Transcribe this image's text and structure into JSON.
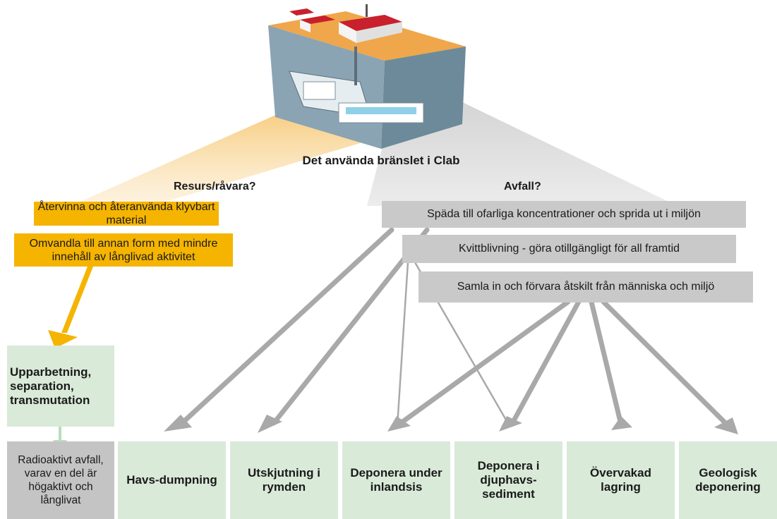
{
  "title": "Det använda bränslet i Clab",
  "branches": {
    "resource": "Resurs/råvara?",
    "waste": "Avfall?"
  },
  "resource_options": [
    "Återvinna och återanvända klyvbart material",
    "Omvandla till annan form med mindre innehåll av långlivad aktivitet"
  ],
  "waste_options": [
    "Späda till ofarliga koncentrationer och sprida ut i miljön",
    "Kvittblivning - göra otillgängligt för all framtid",
    "Samla in och förvara åtskilt från människa och miljö"
  ],
  "processing": "Upparbetning, separation, transmutation",
  "residue": "Radioaktivt avfall, varav en del är högaktivt och långlivat",
  "outcomes": [
    "Havs-dumpning",
    "Utskjutning i rymden",
    "Deponera under inlandsis",
    "Deponera i djuphavs-sediment",
    "Övervakad lagring",
    "Geologisk deponering"
  ],
  "colors": {
    "orange": "#f5b400",
    "gray_box": "#c9c9c9",
    "green_tile": "#d9ead8",
    "arrow_gray": "#a9a9a9"
  }
}
